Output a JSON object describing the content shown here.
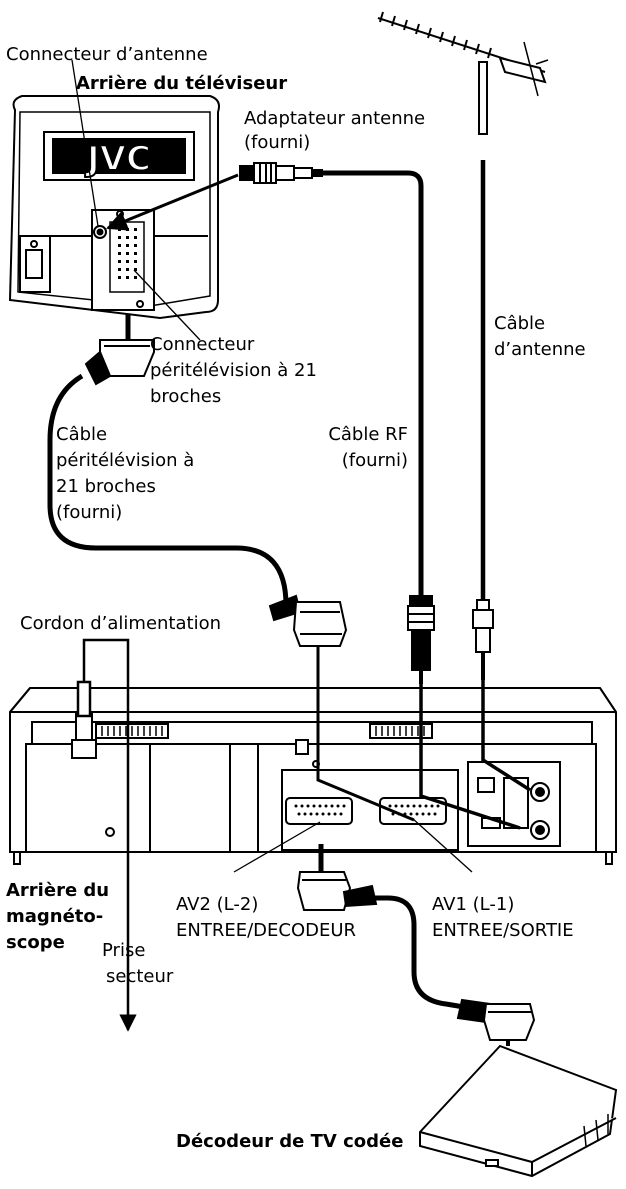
{
  "labels": {
    "antenna_connector": "Connecteur d’antenne",
    "tv_rear": "Arrière du téléviseur",
    "antenna_adapter_1": "Adaptateur antenne",
    "antenna_adapter_2": "(fourni)",
    "antenna_cable_1": "Câble",
    "antenna_cable_2": "d’antenne",
    "scart_connector_1": "Connecteur",
    "scart_connector_2": "péritélévision à 21",
    "scart_connector_3": "broches",
    "scart_cable_1": "Câble",
    "scart_cable_2": "péritélévision à",
    "scart_cable_3": "21 broches",
    "scart_cable_4": "(fourni)",
    "rf_cable_1": "Câble RF",
    "rf_cable_2": "(fourni)",
    "power_cord": "Cordon d’alimentation",
    "vcr_rear_1": "Arrière du",
    "vcr_rear_2": "magnéto-",
    "vcr_rear_3": "scope",
    "outlet_1": "Prise",
    "outlet_2": "secteur",
    "av2_1": "AV2 (L-2)",
    "av2_2": "ENTREE/DECODEUR",
    "av1_1": "AV1 (L-1)",
    "av1_2": "ENTREE/SORTIE",
    "decoder": "Décodeur de TV codée",
    "tv_brand": "JVC"
  }
}
